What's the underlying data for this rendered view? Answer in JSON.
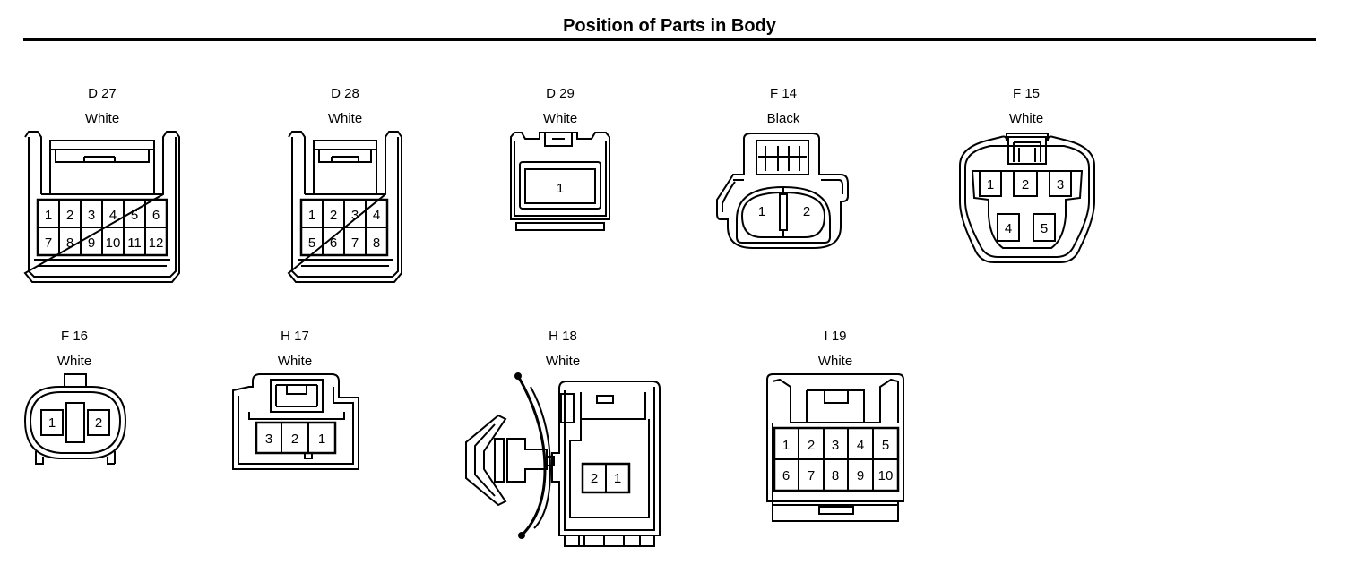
{
  "title": "Position of Parts in Body",
  "connectors": {
    "d27": {
      "id": "D 27",
      "color": "White",
      "pins": [
        "1",
        "2",
        "3",
        "4",
        "5",
        "6",
        "7",
        "8",
        "9",
        "10",
        "11",
        "12"
      ]
    },
    "d28": {
      "id": "D 28",
      "color": "White",
      "pins": [
        "1",
        "2",
        "3",
        "4",
        "5",
        "6",
        "7",
        "8"
      ]
    },
    "d29": {
      "id": "D 29",
      "color": "White",
      "pins": [
        "1"
      ]
    },
    "f14": {
      "id": "F 14",
      "color": "Black",
      "pins": [
        "1",
        "2"
      ]
    },
    "f15": {
      "id": "F 15",
      "color": "White",
      "pins": [
        "1",
        "2",
        "3",
        "4",
        "5"
      ]
    },
    "f16": {
      "id": "F 16",
      "color": "White",
      "pins": [
        "1",
        "2"
      ]
    },
    "h17": {
      "id": "H 17",
      "color": "White",
      "pins": [
        "3",
        "2",
        "1"
      ]
    },
    "h18": {
      "id": "H 18",
      "color": "White",
      "pins": [
        "2",
        "1"
      ]
    },
    "i19": {
      "id": "I 19",
      "color": "White",
      "pins": [
        "1",
        "2",
        "3",
        "4",
        "5",
        "6",
        "7",
        "8",
        "9",
        "10"
      ]
    }
  }
}
